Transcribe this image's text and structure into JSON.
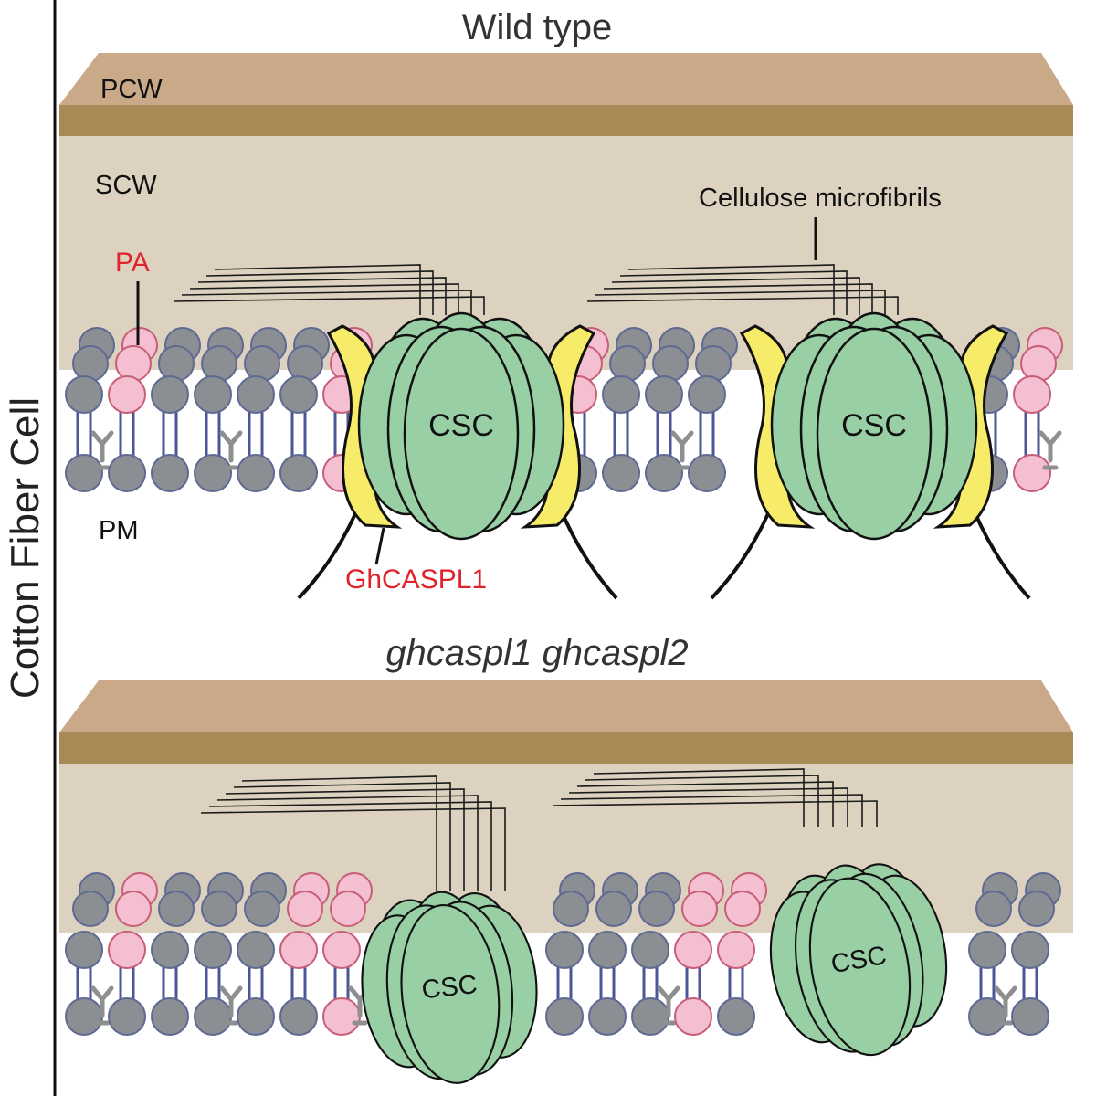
{
  "figure": {
    "side_label": "Cotton Fiber Cell",
    "panels": [
      {
        "title": "Wild type",
        "labels": {
          "pcw": "PCW",
          "scw": "SCW",
          "pa": "PA",
          "pm": "PM",
          "cellulose": "Cellulose microfibrils",
          "caspl": "GhCASPL1"
        },
        "csc_label": "CSC"
      },
      {
        "title": "ghcaspl1 ghcaspl2",
        "csc_label": "CSC"
      }
    ]
  },
  "colors": {
    "pcw_top": "#c9a988",
    "pcw_band": "#a88a57",
    "scw": "#ddd2bf",
    "lipid_gray": "#8b8e93",
    "lipid_pink": "#f4bfd0",
    "lipid_pink_stroke": "#c85d78",
    "lipid_gray_stroke": "#5f6a93",
    "tail": "#4c5595",
    "csc": "#98cfa5",
    "caspl": "#f7ec6a",
    "red_text": "#e0232a"
  }
}
